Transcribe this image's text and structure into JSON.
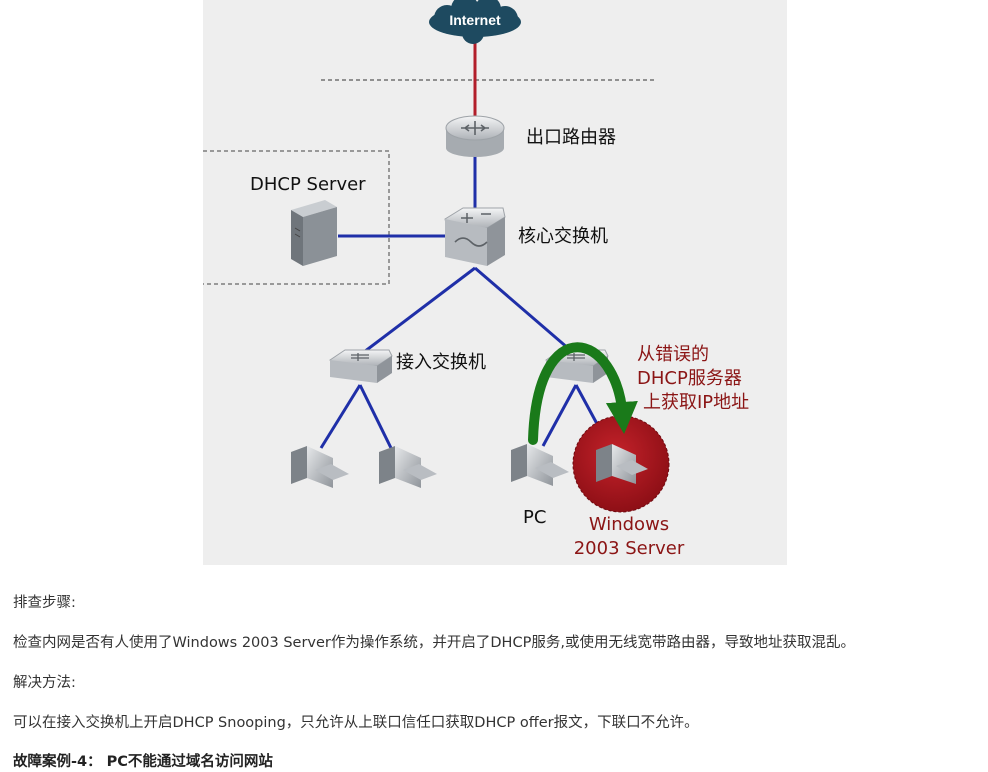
{
  "diagram": {
    "internet": "Internet",
    "egress_router": "出口路由器",
    "dhcp_server": "DHCP Server",
    "core_switch": "核心交换机",
    "access_switch": "接入交换机",
    "pc": "PC",
    "rogue_note": [
      "从错误的",
      "DHCP服务器",
      "上获取IP地址"
    ],
    "windows_label": [
      "Windows",
      "2003 Server"
    ],
    "colors": {
      "background": "#eeeeee",
      "link": "#1f2fa8",
      "wan_link": "#b21e2a",
      "cloud": "#1e4a60",
      "arrow": "#1a7a1a",
      "rogue_circle": "#a1141b",
      "note_text": "#8b1515"
    }
  },
  "article": {
    "troubleshooting_label": "排查步骤:",
    "troubleshooting_text": "检查内网是否有人使用了Windows 2003 Server作为操作系统，并开启了DHCP服务,或使用无线宽带路由器，导致地址获取混乱。",
    "solution_label": "解决方法:",
    "solution_text": "可以在接入交换机上开启DHCP Snooping，只允许从上联口信任口获取DHCP offer报文，下联口不允许。",
    "next_case_heading": "故障案例-4： PC不能通过域名访问网站"
  }
}
